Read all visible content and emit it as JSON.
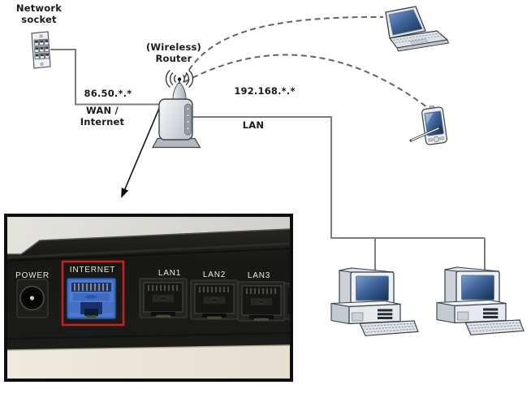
{
  "diagram": {
    "network_socket_label": "Network\nsocket",
    "router_label": "(Wireless)\nRouter",
    "wan_ip_label": "86.50.*.*",
    "wan_name_label": "WAN /\nInternet",
    "lan_ip_label": "192.168.*.*",
    "lan_name_label": "LAN"
  },
  "photo": {
    "power_label": "POWER",
    "internet_label": "INTERNET",
    "lan_labels": [
      "LAN1",
      "LAN2",
      "LAN3"
    ],
    "highlight_color": "#c32222",
    "internet_port_color": "#3a68bf"
  },
  "colors": {
    "wire": "#7d7d7d",
    "wireless_link": "#646464",
    "arrow": "#0d0d0d",
    "screen_blue": "#16335e"
  }
}
